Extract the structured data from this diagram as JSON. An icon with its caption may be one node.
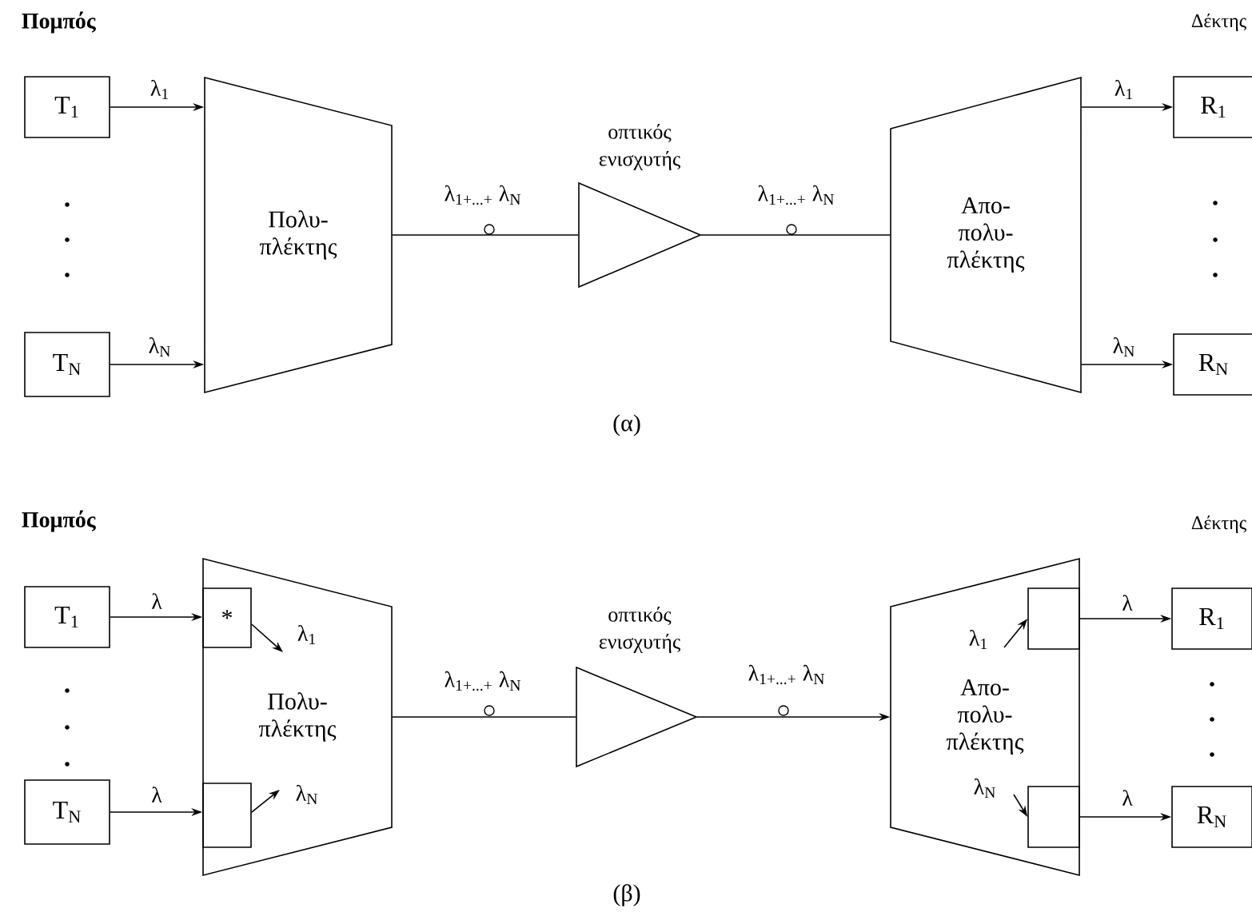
{
  "diagram": {
    "nodes": [
      {
        "text": [
          "T$_{1}$"
        ]
      },
      {
        "text": [
          "T$_{N}$"
        ]
      },
      {
        "text": [
          "Πολυ- πλέκτης"
        ]
      },
      {
        "text": [
          "οπτικός ενισχυτής"
        ]
      },
      {
        "text": [
          "Απο- πολυ- πλέκτης"
        ]
      },
      {
        "text": [
          "R$_{1}$"
        ]
      },
      {
        "text": [
          "R$_{N}$"
        ]
      },
      {
        "text": [
          "T$_{1}$"
        ]
      },
      {
        "text": [
          "T$_{N}$"
        ]
      },
      {
        "text": [
          "Πολυ- πλέκτης"
        ]
      },
      {
        "text": [
          "*"
        ],
        "in": 9
      },
      {
        "text": [],
        "shape": "box",
        "in": 9
      },
      {
        "text": [
          "οπτικός ενισχυτής"
        ]
      },
      {
        "text": [
          "Απο- πολυ- πλέκτης"
        ]
      },
      {
        "text": [],
        "shape": "box",
        "in": 13
      },
      {
        "text": [],
        "shape": "box",
        "in": 13
      },
      {
        "text": [
          "R$_{1}$"
        ]
      },
      {
        "text": [
          "R$_{N}$"
        ]
      }
    ],
    "edges": [
      {
        "from": 0,
        "to": 2,
        "arrow": "to",
        "label": "λ$_{1}$"
      },
      {
        "from": 1,
        "to": 2,
        "arrow": "to",
        "label": "λ$_{N}$"
      },
      {
        "from": 2,
        "to": 3,
        "arrow": "none",
        "label": "λ$_{1+...+}$ λ$_{N}$"
      },
      {
        "from": 3,
        "to": 4,
        "arrow": "none",
        "label": "λ$_{1+...+}$ λ$_{N}$"
      },
      {
        "from": 4,
        "to": 5,
        "arrow": "to",
        "label": "λ$_{1}$"
      },
      {
        "from": 4,
        "to": 6,
        "arrow": "to",
        "label": "λ$_{N}$"
      },
      {
        "from": 7,
        "to": 10,
        "arrow": "to",
        "label": "λ"
      },
      {
        "from": 8,
        "to": 11,
        "arrow": "to",
        "label": "λ"
      },
      {
        "from": 10,
        "to": null,
        "arrow": "to",
        "label": "λ$_{1}$"
      },
      {
        "from": 11,
        "to": null,
        "arrow": "to",
        "label": "λ$_{N}$"
      },
      {
        "from": 9,
        "to": 12,
        "arrow": "none",
        "label": "λ$_{1+...+}$ λ$_{N}$"
      },
      {
        "from": 12,
        "to": 13,
        "arrow": "to",
        "label": "λ$_{1+...+}$ λ$_{N}$"
      },
      {
        "from": null,
        "to": 14,
        "arrow": "to",
        "label": "λ$_{1}$"
      },
      {
        "from": null,
        "to": 15,
        "arrow": "to",
        "label": "λ$_{N}$"
      },
      {
        "from": 14,
        "to": 16,
        "arrow": "to",
        "label": "λ"
      },
      {
        "from": 15,
        "to": 17,
        "arrow": "to",
        "label": "λ"
      }
    ],
    "labels": [
      "Πομπός",
      "Δέκτης",
      "(α)",
      "Πομπός",
      "Δέκτης",
      "(β)"
    ]
  }
}
